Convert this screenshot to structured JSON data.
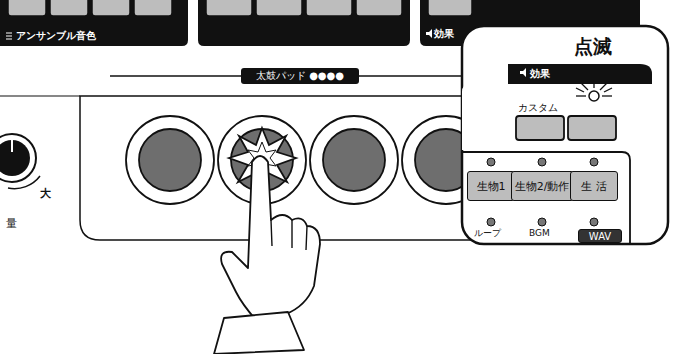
{
  "diagram": {
    "nodes": [
      {
        "text": [
          "太鼓パッド ●●●●"
        ]
      },
      {
        "text": [
          "生物1"
        ]
      },
      {
        "text": [
          "生物2/動作"
        ]
      },
      {
        "text": [
          "生 活"
        ]
      },
      {
        "text": [
          "WAV"
        ]
      }
    ],
    "labels": [
      "アンサンブル音色",
      "効果",
      "大",
      "量",
      "点滅",
      "効果",
      "カスタム",
      "ループ",
      "BGM"
    ]
  }
}
